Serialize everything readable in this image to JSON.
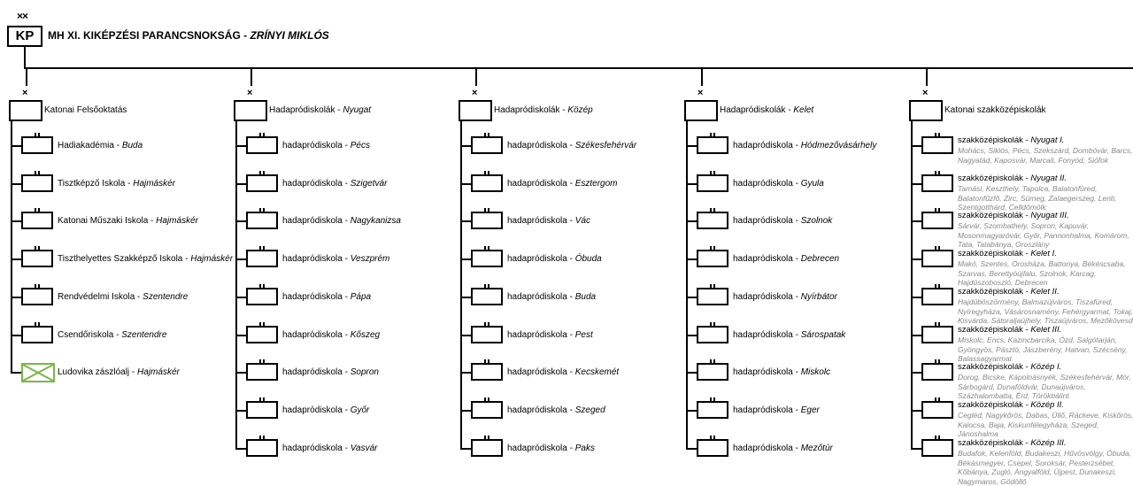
{
  "header": {
    "echelon": "××",
    "symbol": "KP",
    "title": "MH XI. KIKÉPZÉSI PARANCSNOKSÁG - ",
    "title_italic": "ZRÍNYI MIKLÓS"
  },
  "columns": [
    {
      "label": "Katonai Felsőoktatás",
      "label_italic": "",
      "echelon": "×",
      "items": [
        {
          "name": "Hadiakadémia - ",
          "place": "Buda",
          "type": "unit"
        },
        {
          "name": "Tisztképző Iskola - ",
          "place": "Hajmáskér",
          "type": "unit"
        },
        {
          "name": "Katonai Műszaki Iskola - ",
          "place": "Hajmáskér",
          "type": "unit"
        },
        {
          "name": "Tiszthelyettes Szakképző Iskola - ",
          "place": "Hajmáskér",
          "type": "unit"
        },
        {
          "name": "Rendvédelmi Iskola - ",
          "place": "Szentendre",
          "type": "unit"
        },
        {
          "name": "Csendőriskola - ",
          "place": "Szentendre",
          "type": "unit"
        },
        {
          "name": "Ludovika zászlóalj - ",
          "place": "Hajmáskér",
          "type": "infantry"
        }
      ]
    },
    {
      "label": "Hadapródiskolák - ",
      "label_italic": "Nyugat",
      "echelon": "×",
      "items": [
        {
          "name": "hadapródiskola - ",
          "place": "Pécs",
          "type": "unit"
        },
        {
          "name": "hadapródiskola - ",
          "place": "Szigetvár",
          "type": "unit"
        },
        {
          "name": "hadapródiskola - ",
          "place": "Nagykanizsa",
          "type": "unit"
        },
        {
          "name": "hadapródiskola - ",
          "place": "Veszprém",
          "type": "unit"
        },
        {
          "name": "hadapródiskola - ",
          "place": "Pápa",
          "type": "unit"
        },
        {
          "name": "hadapródiskola - ",
          "place": "Kőszeg",
          "type": "unit"
        },
        {
          "name": "hadapródiskola - ",
          "place": "Sopron",
          "type": "unit"
        },
        {
          "name": "hadapródiskola - ",
          "place": "Győr",
          "type": "unit"
        },
        {
          "name": "hadapródiskola - ",
          "place": "Vasvár",
          "type": "unit"
        }
      ]
    },
    {
      "label": "Hadapródiskolák - ",
      "label_italic": "Közép",
      "echelon": "×",
      "items": [
        {
          "name": "hadapródiskola - ",
          "place": "Székesfehérvár",
          "type": "unit"
        },
        {
          "name": "hadapródiskola - ",
          "place": "Esztergom",
          "type": "unit"
        },
        {
          "name": "hadapródiskola - ",
          "place": "Vác",
          "type": "unit"
        },
        {
          "name": "hadapródiskola - ",
          "place": "Óbuda",
          "type": "unit"
        },
        {
          "name": "hadapródiskola - ",
          "place": "Buda",
          "type": "unit"
        },
        {
          "name": "hadapródiskola - ",
          "place": "Pest",
          "type": "unit"
        },
        {
          "name": "hadapródiskola - ",
          "place": "Kecskemét",
          "type": "unit"
        },
        {
          "name": "hadapródiskola - ",
          "place": "Szeged",
          "type": "unit"
        },
        {
          "name": "hadapródiskola - ",
          "place": "Paks",
          "type": "unit"
        }
      ]
    },
    {
      "label": "Hadapródiskolák - ",
      "label_italic": "Kelet",
      "echelon": "×",
      "items": [
        {
          "name": "hadapródiskola - ",
          "place": "Hódmezővásárhely",
          "type": "unit"
        },
        {
          "name": "hadapródiskola - ",
          "place": "Gyula",
          "type": "unit"
        },
        {
          "name": "hadapródiskola - ",
          "place": "Szolnok",
          "type": "unit"
        },
        {
          "name": "hadapródiskola - ",
          "place": "Debrecen",
          "type": "unit"
        },
        {
          "name": "hadapródiskola - ",
          "place": "Nyírbátor",
          "type": "unit"
        },
        {
          "name": "hadapródiskola - ",
          "place": "Sárospatak",
          "type": "unit"
        },
        {
          "name": "hadapródiskola - ",
          "place": "Miskolc",
          "type": "unit"
        },
        {
          "name": "hadapródiskola - ",
          "place": "Eger",
          "type": "unit"
        },
        {
          "name": "hadapródiskola - ",
          "place": "Mezőtúr",
          "type": "unit"
        }
      ]
    },
    {
      "label": "Katonai szakközépiskolák",
      "label_italic": "",
      "echelon": "×",
      "items": [
        {
          "name": "szakközépiskolák - ",
          "place": "Nyugat I.",
          "cities": "Mohács, Siklós, Pécs, Szekszárd, Dombóvár, Barcs, Nagyatád, Kaposvár, Marcali, Fonyód, Siófok"
        },
        {
          "name": "szakközépiskolák - ",
          "place": "Nyugat II.",
          "cities": "Tamási, Keszthely, Tapolca, Balatonfüred, Balatonfűzfő, Zirc, Sümeg, Zalaegerszeg, Lenti, Szentgotthárd, Celldömölk"
        },
        {
          "name": "szakközépiskolák - ",
          "place": "Nyugat III.",
          "cities": "Sárvár, Szombathely, Sopron, Kapuvár, Mosonmagyaróvár, Győr, Pannonhalma, Komárom, Tata, Tatabánya, Oroszlány"
        },
        {
          "name": "szakközépiskolák - ",
          "place": "Kelet I.",
          "cities": "Makó, Szentes, Orosháza, Battonya, Békéscsaba, Szarvas, Berettyóújfalu, Szolnok, Karcag, Hajdúszoboszló, Debrecen"
        },
        {
          "name": "szakközépiskolák - ",
          "place": "Kelet II.",
          "cities": "Hajdúböszörmény, Balmazújváros, Tiszafüred, Nyíregyháza, Vásárosnamény, Fehérgyarmat, Tokaj, Kisvárda, Sátoraljaújhely, Tiszaújváros, Mezőkövesd"
        },
        {
          "name": "szakközépiskolák - ",
          "place": "Kelet III.",
          "cities": "Miskolc, Encs, Kazincbarcika, Ózd, Salgótarján, Gyöngyös, Pásztó, Jászberény, Hatvan, Szécsény, Balassagyarmat"
        },
        {
          "name": "szakközépiskolák - ",
          "place": "Közép I.",
          "cities": "Dorog, Bicske, Kápolnásnyék, Székesfehérvár, Mór, Sárbogárd, Dunaföldvár, Dunaújváros, Százhalombatta, Érd, Törökbálint"
        },
        {
          "name": "szakközépiskolák - ",
          "place": "Közép II.",
          "cities": "Cegléd, Nagykőrös, Dabas, Üllő, Ráckeve, Kiskőrös, Kalocsa, Baja, Kiskunfélegyháza, Szeged, Jánoshalma"
        },
        {
          "name": "szakközépiskolák - ",
          "place": "Közép III.",
          "cities": "Budafok, Kelenföld, Budakeszi, Hűvösvölgy, Óbuda, Békásmegyer, Csepel, Soroksár, Pesterzsébet, Kőbánya, Zugló, Angyalföld, Újpest, Dunakeszi, Nagymaros, Gödöllő"
        }
      ]
    }
  ]
}
